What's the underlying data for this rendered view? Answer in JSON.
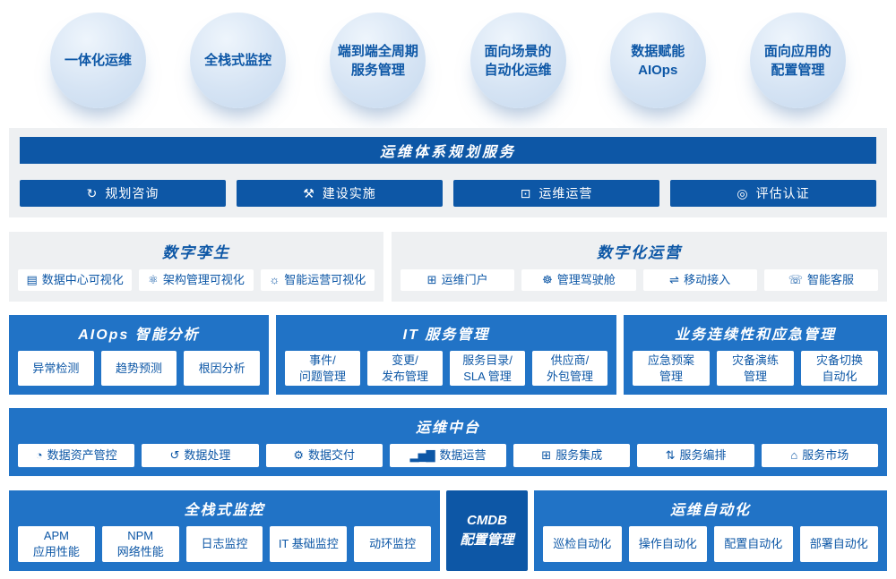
{
  "colors": {
    "dark_blue": "#0d57a6",
    "mid_blue": "#2173c6",
    "panel_gray": "#eef0f2"
  },
  "badges": [
    {
      "label": "一体化运维"
    },
    {
      "label": "全栈式监控"
    },
    {
      "label": "端到端全周期\n服务管理"
    },
    {
      "label": "面向场景的\n自动化运维"
    },
    {
      "label": "数据赋能\nAIOps"
    },
    {
      "label": "面向应用的\n配置管理"
    }
  ],
  "planning": {
    "title": "运维体系规划服务",
    "items": [
      {
        "icon": "↻",
        "label": "规划咨询"
      },
      {
        "icon": "⚒",
        "label": "建设实施"
      },
      {
        "icon": "⊡",
        "label": "运维运营"
      },
      {
        "icon": "◎",
        "label": "评估认证"
      }
    ]
  },
  "digital_twin": {
    "title": "数字孪生",
    "items": [
      {
        "icon": "▤",
        "label": "数据中心可视化"
      },
      {
        "icon": "⚛",
        "label": "架构管理可视化"
      },
      {
        "icon": "☼",
        "label": "智能运营可视化"
      }
    ]
  },
  "digital_operation": {
    "title": "数字化运营",
    "items": [
      {
        "icon": "⊞",
        "label": "运维门户"
      },
      {
        "icon": "☸",
        "label": "管理驾驶舱"
      },
      {
        "icon": "⇌",
        "label": "移动接入"
      },
      {
        "icon": "☏",
        "label": "智能客服"
      }
    ]
  },
  "aiops": {
    "title": "AIOps 智能分析",
    "items": [
      {
        "label": "异常检测"
      },
      {
        "label": "趋势预测"
      },
      {
        "label": "根因分析"
      }
    ]
  },
  "itsm": {
    "title": "IT 服务管理",
    "items": [
      {
        "label": "事件/\n问题管理"
      },
      {
        "label": "变更/\n发布管理"
      },
      {
        "label": "服务目录/\nSLA 管理"
      },
      {
        "label": "供应商/\n外包管理"
      }
    ]
  },
  "bcm": {
    "title": "业务连续性和应急管理",
    "items": [
      {
        "label": "应急预案\n管理"
      },
      {
        "label": "灾备演练\n管理"
      },
      {
        "label": "灾备切换\n自动化"
      }
    ]
  },
  "middle_platform": {
    "title": "运维中台",
    "items": [
      {
        "icon": "◔",
        "label": "数据资产管控"
      },
      {
        "icon": "↺",
        "label": "数据处理"
      },
      {
        "icon": "⚙",
        "label": "数据交付"
      },
      {
        "icon": "▂▅▇",
        "label": "数据运营"
      },
      {
        "icon": "⊞",
        "label": "服务集成"
      },
      {
        "icon": "⇅",
        "label": "服务编排"
      },
      {
        "icon": "⌂",
        "label": "服务市场"
      }
    ]
  },
  "monitoring": {
    "title": "全栈式监控",
    "items": [
      {
        "label": "APM\n应用性能"
      },
      {
        "label": "NPM\n网络性能"
      },
      {
        "label": "日志监控"
      },
      {
        "label": "IT 基础监控"
      },
      {
        "label": "动环监控"
      }
    ]
  },
  "cmdb": {
    "label": "CMDB\n配置管理"
  },
  "automation": {
    "title": "运维自动化",
    "items": [
      {
        "label": "巡检自动化"
      },
      {
        "label": "操作自动化"
      },
      {
        "label": "配置自动化"
      },
      {
        "label": "部署自动化"
      }
    ]
  }
}
